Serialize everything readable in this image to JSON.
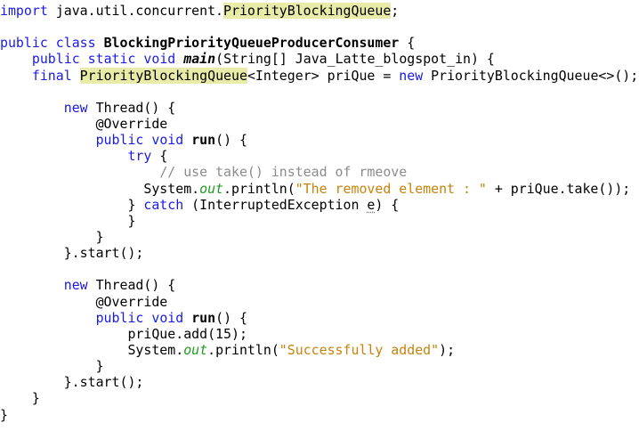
{
  "editor": {
    "colors": {
      "keyword": "#1a1ae6",
      "string": "#c8820a",
      "comment": "#8c8c8c",
      "field": "#1e9a1e",
      "highlight": "#e9eba8"
    },
    "lines": [
      [
        {
          "t": "import",
          "c": "kw"
        },
        {
          "t": " java.util.concurrent."
        },
        {
          "t": "PriorityBlockingQueue",
          "c": "hl"
        },
        {
          "t": ";"
        }
      ],
      [],
      [
        {
          "t": "public",
          "c": "kw"
        },
        {
          "t": " "
        },
        {
          "t": "class",
          "c": "kw"
        },
        {
          "t": " "
        },
        {
          "t": "BlockingPriorityQueueProducerConsumer",
          "c": "bold"
        },
        {
          "t": " {"
        }
      ],
      [
        {
          "t": "    "
        },
        {
          "t": "public",
          "c": "kw"
        },
        {
          "t": " "
        },
        {
          "t": "static",
          "c": "kw"
        },
        {
          "t": " "
        },
        {
          "t": "void",
          "c": "kw"
        },
        {
          "t": " "
        },
        {
          "t": "main",
          "c": "italic-bold"
        },
        {
          "t": "(String[] Java_Latte_blogspot_in) {"
        }
      ],
      [
        {
          "t": "    "
        },
        {
          "t": "final",
          "c": "kw"
        },
        {
          "t": " "
        },
        {
          "t": "PriorityBlockingQueue",
          "c": "hl"
        },
        {
          "t": "<Integer> priQue = "
        },
        {
          "t": "new",
          "c": "kw"
        },
        {
          "t": " PriorityBlockingQueue<>();"
        }
      ],
      [],
      [
        {
          "t": "        "
        },
        {
          "t": "new",
          "c": "kw"
        },
        {
          "t": " Thread() {"
        }
      ],
      [
        {
          "t": "            @Override"
        }
      ],
      [
        {
          "t": "            "
        },
        {
          "t": "public",
          "c": "kw"
        },
        {
          "t": " "
        },
        {
          "t": "void",
          "c": "kw"
        },
        {
          "t": " "
        },
        {
          "t": "run",
          "c": "bold"
        },
        {
          "t": "() {"
        }
      ],
      [
        {
          "t": "                "
        },
        {
          "t": "try",
          "c": "kw"
        },
        {
          "t": " {"
        }
      ],
      [
        {
          "t": "                    "
        },
        {
          "t": "// use take() instead of rmeove",
          "c": "cmt"
        }
      ],
      [
        {
          "t": "                  System."
        },
        {
          "t": "out",
          "c": "field"
        },
        {
          "t": ".println("
        },
        {
          "t": "\"The removed element : \"",
          "c": "str"
        },
        {
          "t": " + priQue.take());"
        }
      ],
      [
        {
          "t": "                } "
        },
        {
          "t": "catch",
          "c": "kw"
        },
        {
          "t": " (InterruptedException "
        },
        {
          "t": "e",
          "c": "warn"
        },
        {
          "t": ") {"
        }
      ],
      [
        {
          "t": "                }"
        }
      ],
      [
        {
          "t": "            }"
        }
      ],
      [
        {
          "t": "        }.start();"
        }
      ],
      [],
      [
        {
          "t": "        "
        },
        {
          "t": "new",
          "c": "kw"
        },
        {
          "t": " Thread() {"
        }
      ],
      [
        {
          "t": "            @Override"
        }
      ],
      [
        {
          "t": "            "
        },
        {
          "t": "public",
          "c": "kw"
        },
        {
          "t": " "
        },
        {
          "t": "void",
          "c": "kw"
        },
        {
          "t": " "
        },
        {
          "t": "run",
          "c": "bold"
        },
        {
          "t": "() {"
        }
      ],
      [
        {
          "t": "                priQue.add(15);"
        }
      ],
      [
        {
          "t": "                System."
        },
        {
          "t": "out",
          "c": "field"
        },
        {
          "t": ".println("
        },
        {
          "t": "\"Successfully added\"",
          "c": "str"
        },
        {
          "t": ");"
        }
      ],
      [
        {
          "t": "            }"
        }
      ],
      [
        {
          "t": "        }.start();"
        }
      ],
      [
        {
          "t": "    }"
        }
      ],
      [
        {
          "t": "}"
        }
      ]
    ]
  }
}
